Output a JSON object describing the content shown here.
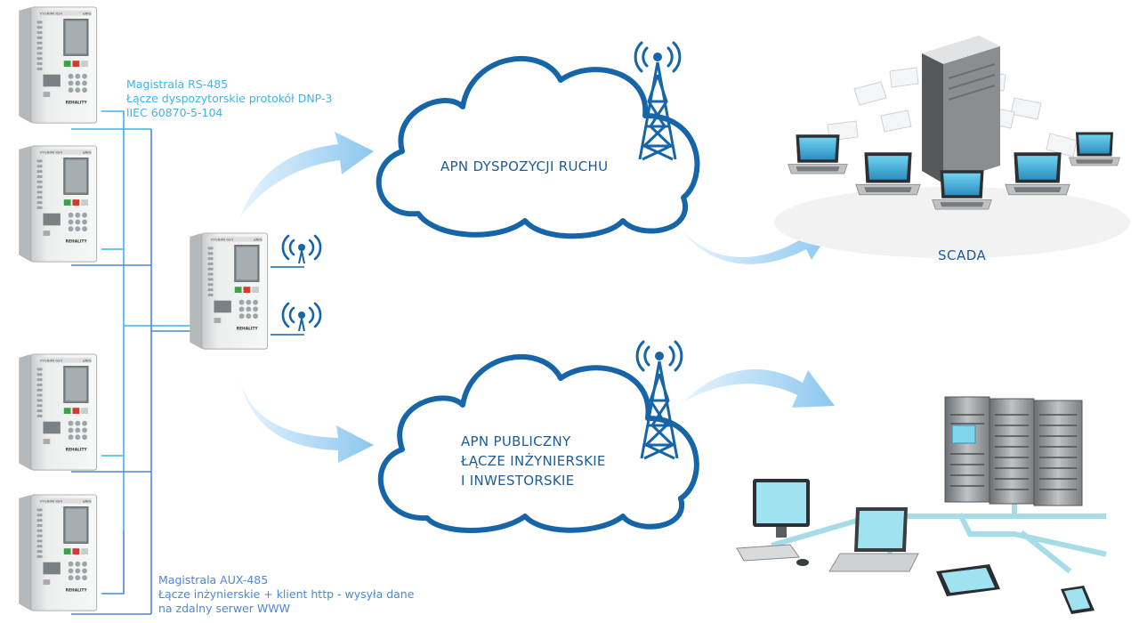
{
  "rs485_label": {
    "lines": [
      "Magistrala RS-485",
      "Łącze dyspozytorskie protokół DNP-3",
      "lIEC 60870-5-104"
    ]
  },
  "aux485_label": {
    "lines": [
      "Magistrala AUX-485",
      "Łącze inżynierskie + klient http - wysyła dane",
      "na zdalny serwer WWW"
    ]
  },
  "cloud_top": {
    "lines": [
      "APN DYSPOZYCJI RUCHU"
    ]
  },
  "cloud_bottom": {
    "lines": [
      "APN PUBLICZNY",
      "ŁĄCZE INŻYNIERSKIE",
      "I INWESTORSKIE"
    ]
  },
  "scada_label": "SCADA",
  "colors": {
    "cloud_stroke": "#1565a8",
    "text_blue": "#1d5c9b",
    "bus_cyan": "#3fb4e6",
    "bus_blue": "#4f86d6",
    "arrow": "#9fd0f2",
    "tower": "#1565a8"
  },
  "devices": [
    {
      "name": "relay-device-1",
      "brand": "REHALITY"
    },
    {
      "name": "relay-device-2",
      "brand": "REHALITY"
    },
    {
      "name": "relay-device-3",
      "brand": "REHALITY"
    },
    {
      "name": "relay-device-4",
      "brand": "REHALITY"
    },
    {
      "name": "relay-device-gateway",
      "brand": "REHALITY"
    }
  ]
}
